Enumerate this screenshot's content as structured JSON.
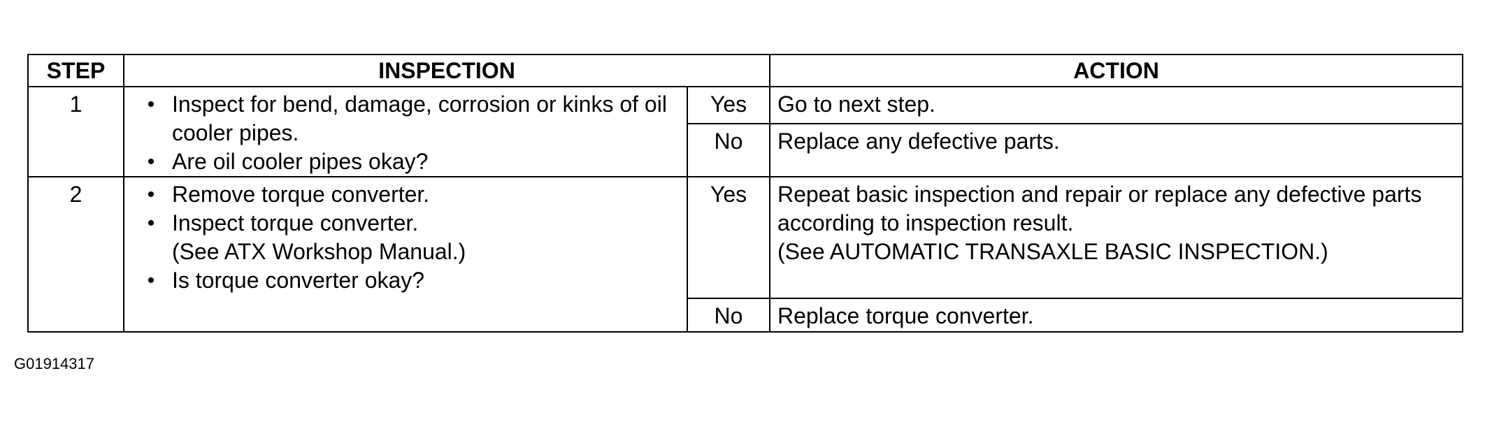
{
  "table": {
    "headers": {
      "step": "STEP",
      "inspection": "INSPECTION",
      "action": "ACTION"
    },
    "rows": [
      {
        "step": "1",
        "inspection": [
          "Inspect for bend, damage, corrosion or kinks of oil cooler pipes.",
          "Are oil cooler pipes okay?"
        ],
        "answers": [
          {
            "label": "Yes",
            "action": [
              "Go to next step."
            ]
          },
          {
            "label": "No",
            "action": [
              "Replace any defective parts."
            ]
          }
        ]
      },
      {
        "step": "2",
        "inspection": [
          "Remove torque converter.",
          "Inspect torque converter.",
          "Is torque converter okay?"
        ],
        "inspection_note": "(See ATX Workshop Manual.)",
        "answers": [
          {
            "label": "Yes",
            "action": [
              "Repeat basic inspection and repair or replace any defective parts according to inspection result.",
              "(See AUTOMATIC TRANSAXLE BASIC INSPECTION.)"
            ]
          },
          {
            "label": "No",
            "action": [
              "Replace torque converter."
            ]
          }
        ]
      }
    ]
  },
  "figure_code": "G01914317",
  "bullet_glyph": "•"
}
